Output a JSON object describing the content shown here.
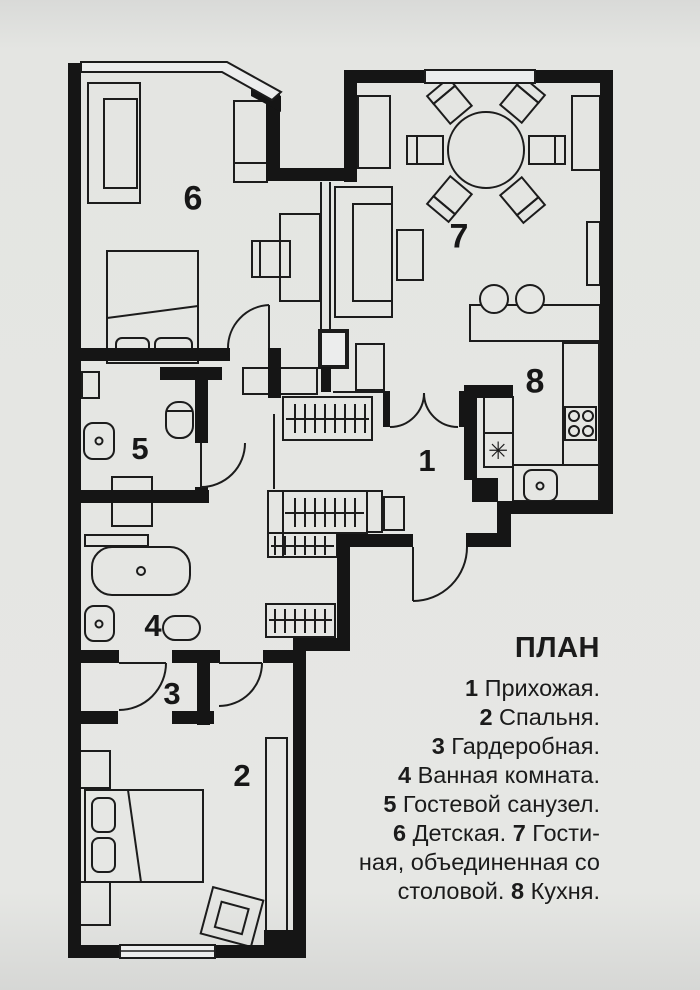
{
  "plan": {
    "colors": {
      "ink": "#1c1c1c",
      "wall": "#151515",
      "background": "#e6e7e4",
      "window_fill": "#eceded"
    },
    "legend": {
      "title": "ПЛАН",
      "lines": [
        [
          {
            "b": "1"
          },
          {
            "t": " Прихожая."
          }
        ],
        [
          {
            "b": "2"
          },
          {
            "t": " Спальня."
          }
        ],
        [
          {
            "b": "3"
          },
          {
            "t": " Гардеробная."
          }
        ],
        [
          {
            "b": "4"
          },
          {
            "t": " Ванная комната."
          }
        ],
        [
          {
            "b": "5"
          },
          {
            "t": " Гостевой санузел."
          }
        ],
        [
          {
            "b": "6"
          },
          {
            "t": " Детская. "
          },
          {
            "b": "7"
          },
          {
            "t": " Гости-"
          }
        ],
        [
          {
            "t": "ная, объединенная со"
          }
        ],
        [
          {
            "t": "столовой. "
          },
          {
            "b": "8"
          },
          {
            "t": " Кухня."
          }
        ]
      ]
    },
    "rooms": [
      {
        "number": "1",
        "name": "Прихожая"
      },
      {
        "number": "2",
        "name": "Спальня"
      },
      {
        "number": "3",
        "name": "Гардеробная"
      },
      {
        "number": "4",
        "name": "Ванная комната"
      },
      {
        "number": "5",
        "name": "Гостевой санузел"
      },
      {
        "number": "6",
        "name": "Детская"
      },
      {
        "number": "7",
        "name": "Гостиная, объединенная со столовой"
      },
      {
        "number": "8",
        "name": "Кухня"
      }
    ],
    "fridge_symbol": "✳"
  }
}
